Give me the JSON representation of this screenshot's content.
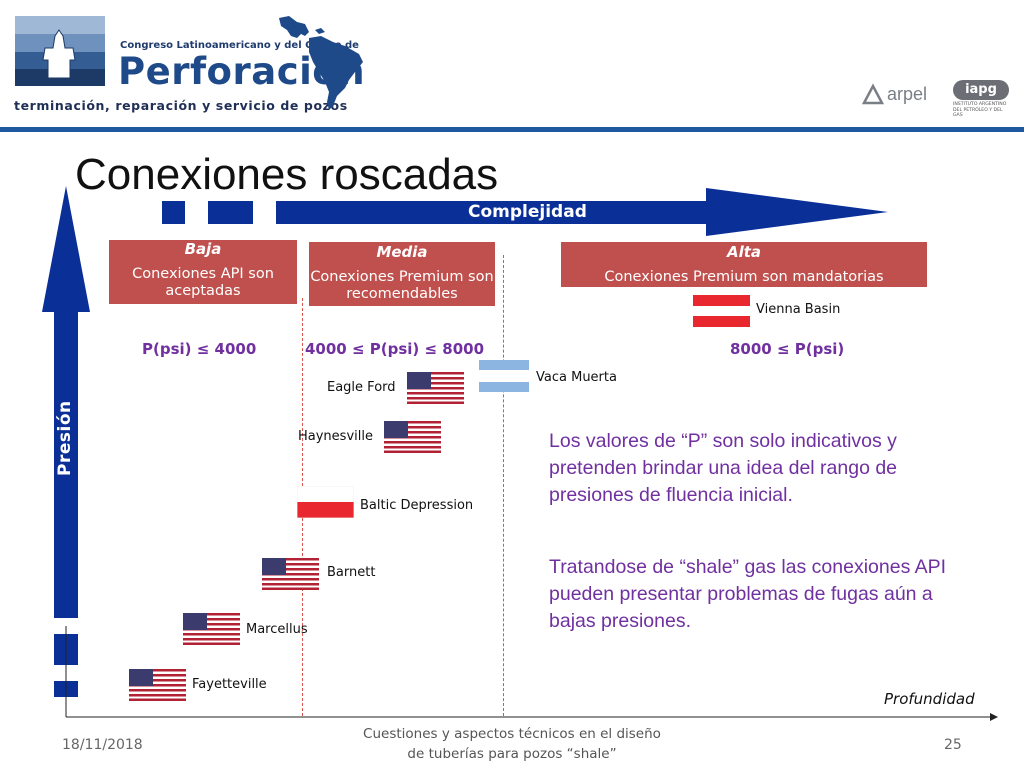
{
  "header": {
    "congress_line": "Congreso Latinoamericano y del Caribe de",
    "brand_name": "Perforación",
    "tagline": "terminación, reparación y servicio de pozos",
    "arpel_logo_text": "arpel",
    "iapg_logo_text": "iapg",
    "iapg_sub_1": "INSTITUTO ARGENTINO",
    "iapg_sub_2": "DEL PETRÓLEO Y DEL GAS",
    "rule_color": "#1f5aa0"
  },
  "slide": {
    "title": "Conexiones roscadas",
    "complexity_label": "Complejidad",
    "pressure_axis_label": "Presión",
    "depth_axis_label": "Profundidad"
  },
  "categories": {
    "baja": {
      "heading": "Baja",
      "body": "Conexiones API son aceptadas",
      "pressure": "P(psi) ≤ 4000"
    },
    "media": {
      "heading": "Media",
      "body": "Conexiones Premium son recomendables",
      "pressure": "4000 ≤ P(psi) ≤ 8000"
    },
    "alta": {
      "heading": "Alta",
      "body": "Conexiones Premium son mandatorias",
      "pressure": "8000 ≤ P(psi)"
    }
  },
  "basins": {
    "vienna": {
      "name": "Vienna Basin",
      "flag": "austria"
    },
    "vaca_muerta": {
      "name": "Vaca Muerta",
      "flag": "argentina"
    },
    "eagle_ford": {
      "name": "Eagle Ford",
      "flag": "usa"
    },
    "haynesville": {
      "name": "Haynesville",
      "flag": "usa"
    },
    "baltic": {
      "name": "Baltic Depression",
      "flag": "poland"
    },
    "barnett": {
      "name": "Barnett",
      "flag": "usa"
    },
    "marcellus": {
      "name": "Marcellus",
      "flag": "usa"
    },
    "fayetteville": {
      "name": "Fayetteville",
      "flag": "usa"
    }
  },
  "notes": {
    "note_1": "Los valores de “P” son solo indicativos y pretenden brindar una idea del rango de presiones de fluencia inicial.",
    "note_2": "Tratandose de “shale” gas las conexiones API pueden presentar problemas de fugas aún a bajas presiones."
  },
  "footer": {
    "date": "18/11/2018",
    "caption_line_1": "Cuestiones y aspectos técnicos en el diseño",
    "caption_line_2": "de tuberías para pozos “shale”",
    "page_number": "25"
  },
  "colors": {
    "arrow_blue": "#0a2f96",
    "category_red": "#c0504d",
    "pressure_purple": "#7030a0",
    "separator_red": "#d9534f"
  }
}
